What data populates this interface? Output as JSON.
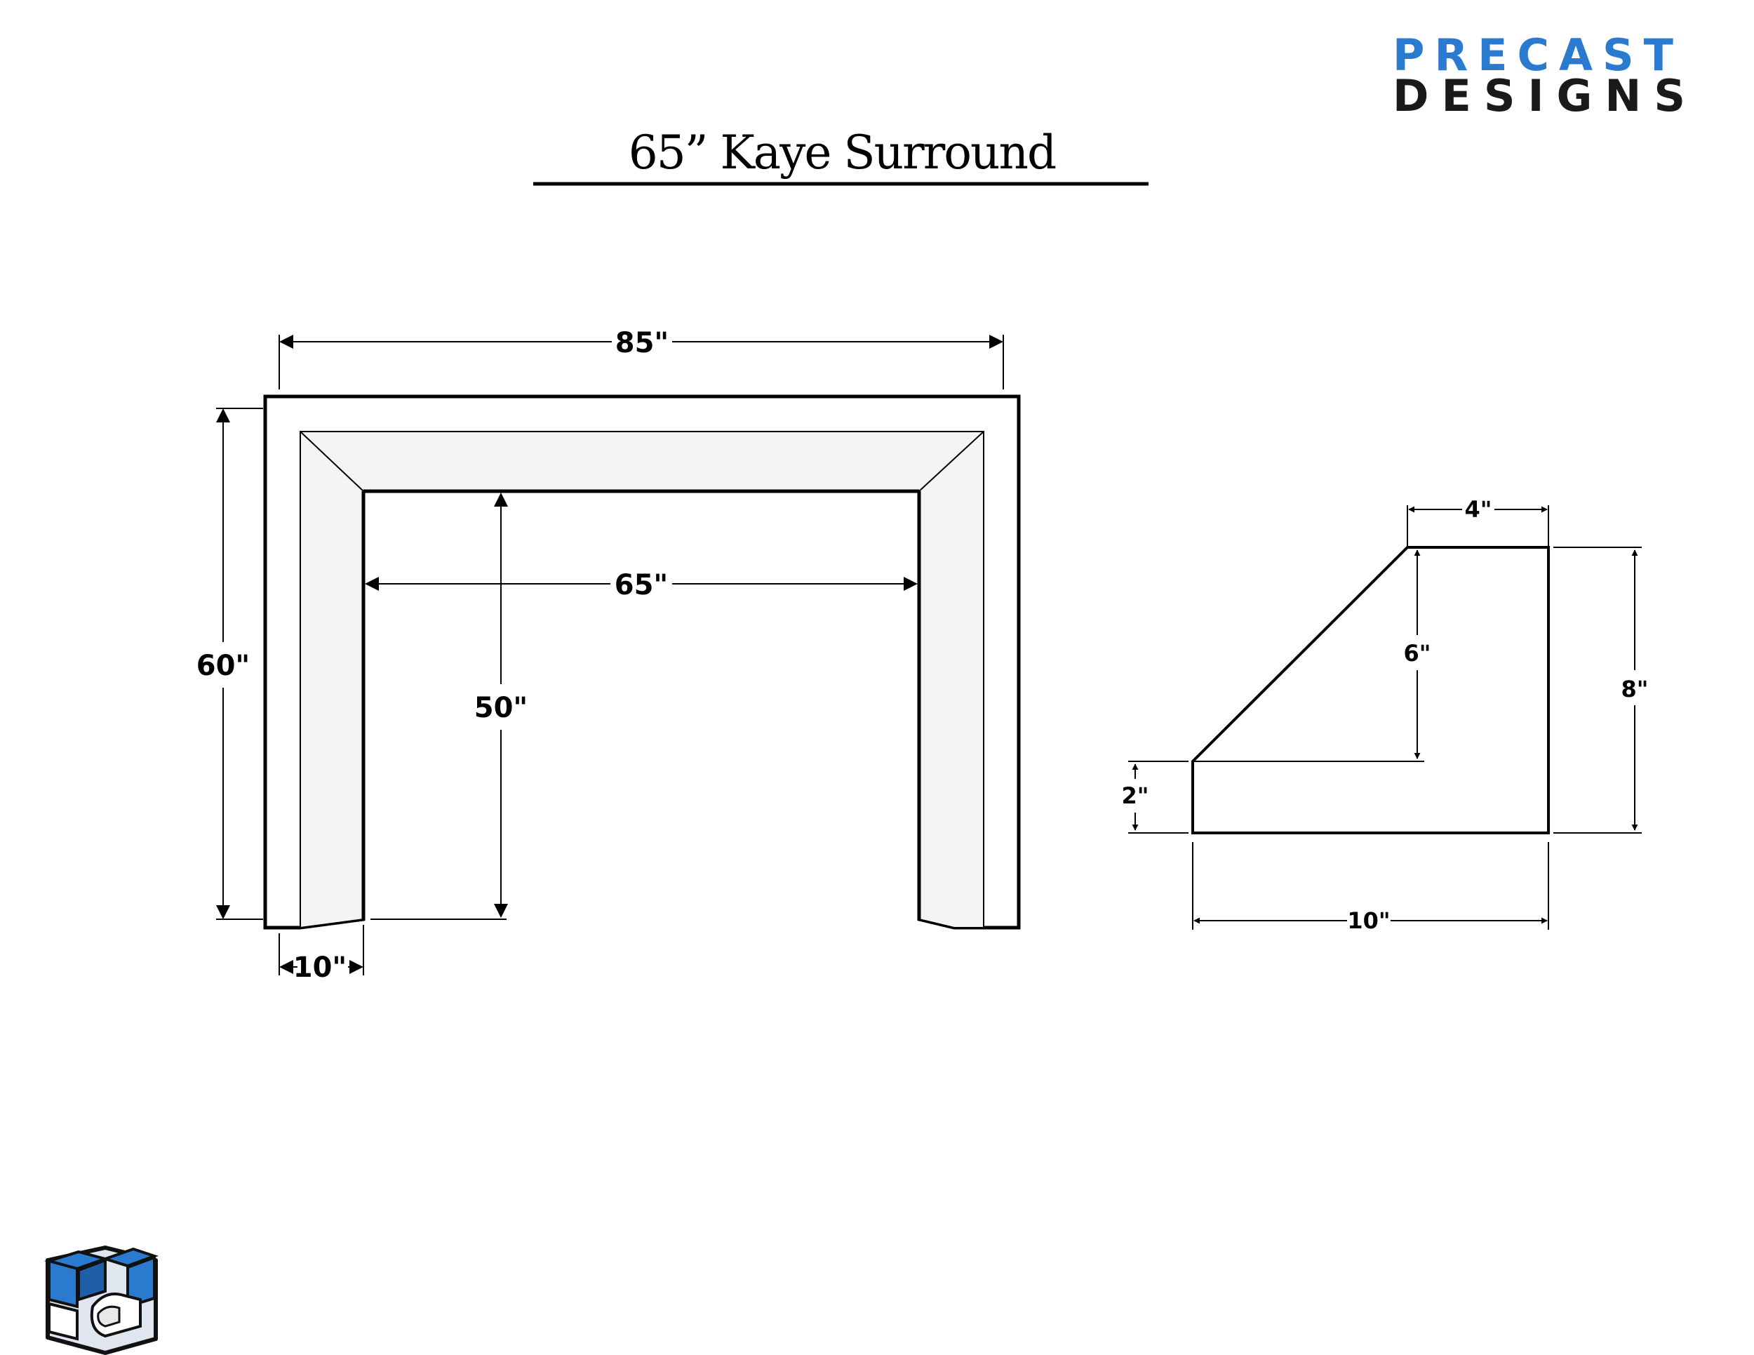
{
  "title": "65” Kaye Surround",
  "brand": {
    "line1": "PRECAST",
    "line2": "DESIGNS",
    "colors": {
      "primary": "#2a7bd0",
      "dark": "#1a1a1a"
    }
  },
  "front_view": {
    "overall_width": "85\"",
    "overall_height": "60\"",
    "opening_width": "65\"",
    "opening_height": "50\"",
    "leg_width": "10\""
  },
  "profile_view": {
    "top_width": "4\"",
    "inner_height": "6\"",
    "overall_height": "8\"",
    "base_height": "2\"",
    "depth": "10\""
  },
  "icons": {
    "corner_logo": "precast-designs-cube-logo-icon"
  }
}
